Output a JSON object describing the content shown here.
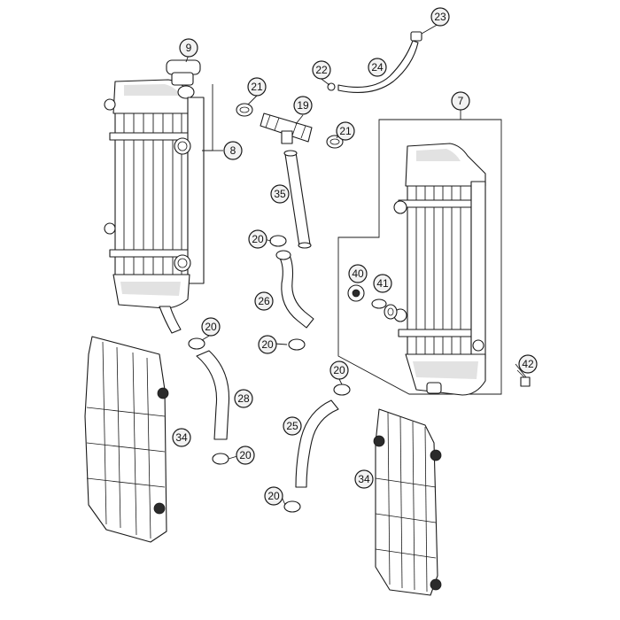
{
  "diagram": {
    "callouts": [
      {
        "id": "c9",
        "label": "9"
      },
      {
        "id": "c23",
        "label": "23"
      },
      {
        "id": "c22",
        "label": "22"
      },
      {
        "id": "c24",
        "label": "24"
      },
      {
        "id": "c21a",
        "label": "21"
      },
      {
        "id": "c19",
        "label": "19"
      },
      {
        "id": "c21b",
        "label": "21"
      },
      {
        "id": "c7",
        "label": "7"
      },
      {
        "id": "c8",
        "label": "8"
      },
      {
        "id": "c35",
        "label": "35"
      },
      {
        "id": "c20a",
        "label": "20"
      },
      {
        "id": "c26",
        "label": "26"
      },
      {
        "id": "c40",
        "label": "40"
      },
      {
        "id": "c41",
        "label": "41"
      },
      {
        "id": "c20b",
        "label": "20"
      },
      {
        "id": "c20c",
        "label": "20"
      },
      {
        "id": "c42",
        "label": "42"
      },
      {
        "id": "c20d",
        "label": "20"
      },
      {
        "id": "c28",
        "label": "28"
      },
      {
        "id": "c34a",
        "label": "34"
      },
      {
        "id": "c25",
        "label": "25"
      },
      {
        "id": "c20e",
        "label": "20"
      },
      {
        "id": "c34b",
        "label": "34"
      },
      {
        "id": "c20f",
        "label": "20"
      }
    ]
  }
}
